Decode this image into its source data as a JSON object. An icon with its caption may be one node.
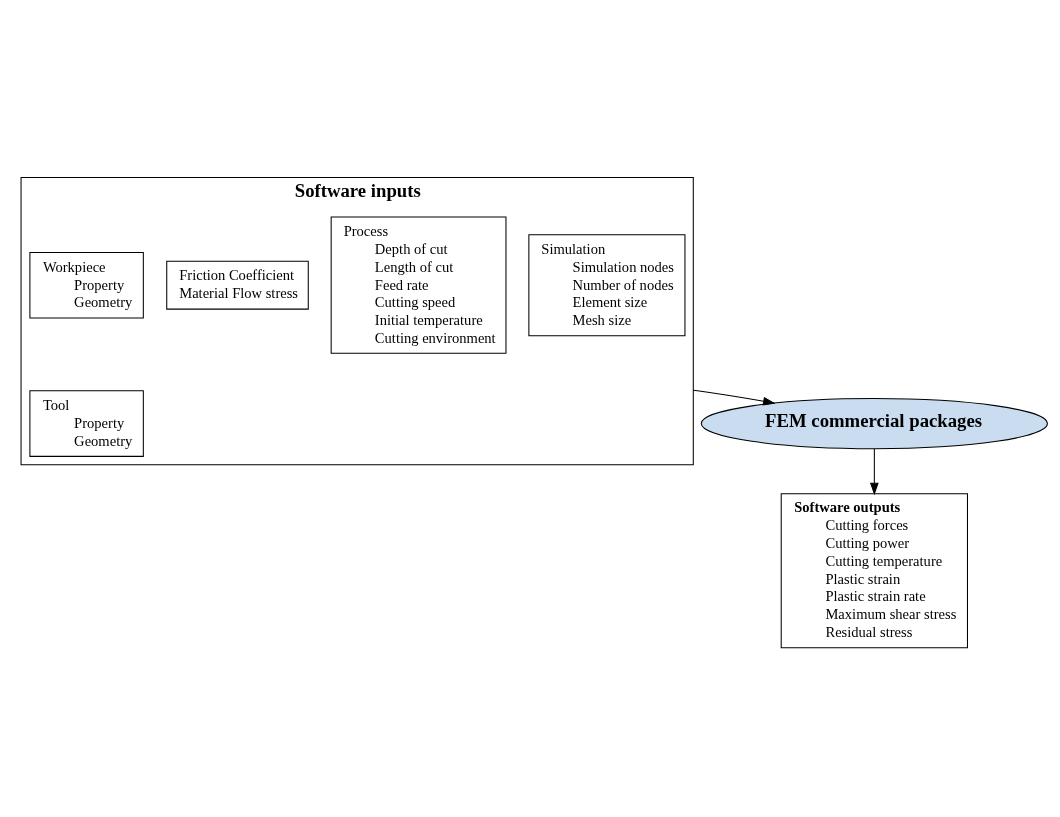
{
  "diagram": {
    "nodes": [
      {
        "text": [
          "Software inputs"
        ]
      },
      {
        "text": [
          "Workpiece",
          "Property",
          "Geometry"
        ],
        "in": 0
      },
      {
        "text": [
          "Tool",
          "Property",
          "Geometry"
        ],
        "in": 0
      },
      {
        "text": [
          "Friction Coefficient",
          "Material Flow stress"
        ],
        "in": 0
      },
      {
        "text": [
          "Process",
          "Depth of cut",
          "Length of cut",
          "Feed rate",
          "Cutting speed",
          "Initial temperature",
          "Cutting environment"
        ],
        "in": 0
      },
      {
        "text": [
          "Simulation",
          "Simulation nodes",
          "Number of nodes",
          "Element size",
          "Mesh size"
        ],
        "in": 0
      },
      {
        "text": [
          "FEM commercial packages"
        ]
      },
      {
        "text": [
          "Software outputs",
          "Cutting forces",
          "Cutting power",
          "Cutting temperature",
          "Plastic strain",
          "Plastic strain rate",
          "Maximum shear stress",
          "Residual stress"
        ]
      }
    ],
    "edges": [
      {
        "from": 0,
        "to": 6,
        "arrow": "to"
      },
      {
        "from": 6,
        "to": 7,
        "arrow": "to"
      }
    ]
  }
}
